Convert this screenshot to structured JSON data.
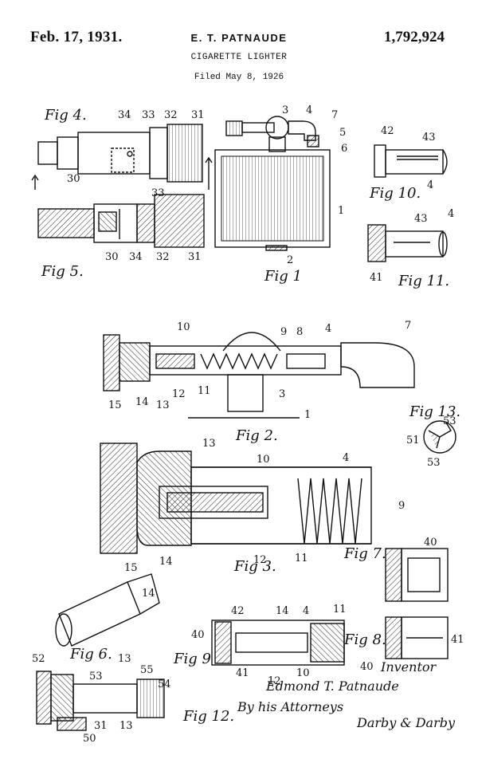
{
  "header": {
    "date": "Feb. 17, 1931.",
    "inventor": "E. T. PATNAUDE",
    "patent_number": "1,792,924",
    "title": "CIGARETTE LIGHTER",
    "filed": "Filed May 8, 1926"
  },
  "figures": {
    "fig1": "Fig 1",
    "fig2": "Fig 2.",
    "fig3": "Fig 3.",
    "fig4": "Fig 4.",
    "fig5": "Fig 5.",
    "fig6": "Fig 6.",
    "fig7": "Fig 7.",
    "fig8": "Fig 8.",
    "fig9": "Fig 9",
    "fig10": "Fig 10.",
    "fig11": "Fig 11.",
    "fig12": "Fig 12.",
    "fig13": "Fig 13."
  },
  "refs": {
    "r1": "1",
    "r2": "2",
    "r3": "3",
    "r4": "4",
    "r5": "5",
    "r6": "6",
    "r7": "7",
    "r8": "8",
    "r9": "9",
    "r10": "10",
    "r11": "11",
    "r12": "12",
    "r13": "13",
    "r14": "14",
    "r15": "15",
    "r30": "30",
    "r31": "31",
    "r32": "32",
    "r33": "33",
    "r34": "34",
    "r40": "40",
    "r41": "41",
    "r42": "42",
    "r43": "43",
    "r50": "50",
    "r51": "51",
    "r52": "52",
    "r53": "53",
    "r54": "54",
    "r55": "55"
  },
  "signature": {
    "inventor_label": "Inventor",
    "inventor_name": "Edmond T. Patnaude",
    "by_line": "By his Attorneys",
    "attorneys": "Darby & Darby"
  }
}
